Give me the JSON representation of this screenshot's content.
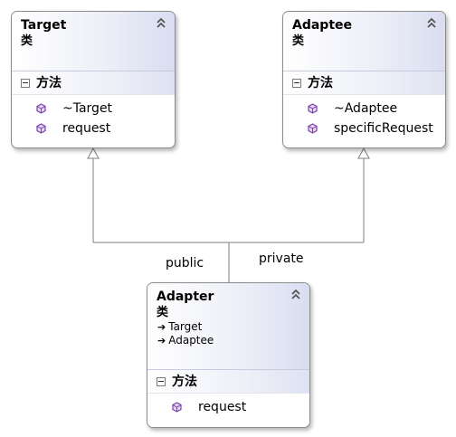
{
  "classes": {
    "target": {
      "name": "Target",
      "stereotype": "类",
      "section_label": "方法",
      "methods": [
        "~Target",
        "request"
      ]
    },
    "adaptee": {
      "name": "Adaptee",
      "stereotype": "类",
      "section_label": "方法",
      "methods": [
        "~Adaptee",
        "specificRequest"
      ]
    },
    "adapter": {
      "name": "Adapter",
      "stereotype": "类",
      "inherits": [
        "Target",
        "Adaptee"
      ],
      "section_label": "方法",
      "methods": [
        "request"
      ]
    }
  },
  "connections": {
    "public_label": "public",
    "private_label": "private"
  },
  "colors": {
    "border": "#8c8c8c",
    "line": "#7f7f7f",
    "method_icon": "#7b3fb0"
  },
  "icons": {
    "collapse": "double-chevron-up-icon",
    "section_toggle": "minus-box-icon",
    "method": "method-cube-icon",
    "inherit_arrow": "arrow-right-icon"
  }
}
